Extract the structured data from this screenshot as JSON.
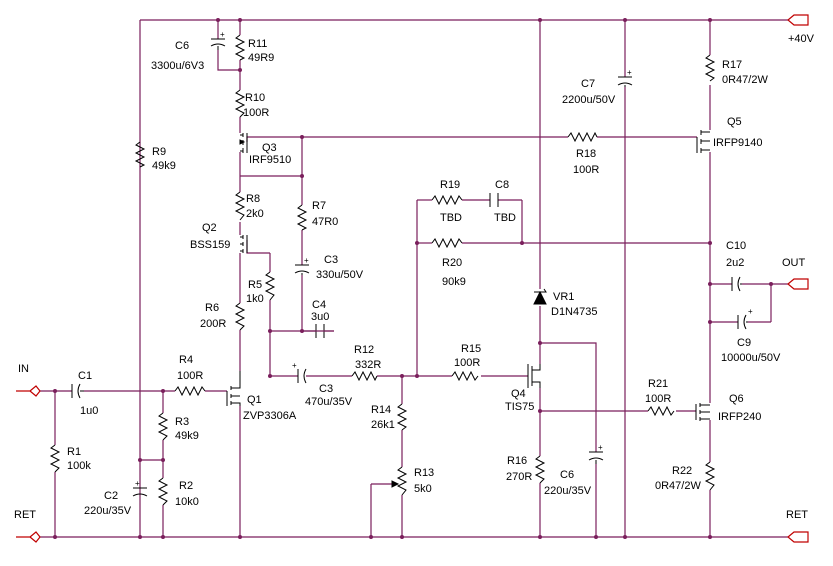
{
  "rails": {
    "supply": "+40V",
    "output": "OUT",
    "input": "IN",
    "return_left": "RET",
    "return_right": "RET"
  },
  "components": [
    {
      "ref": "C6",
      "value": "3300u/6V3"
    },
    {
      "ref": "R11",
      "value": "49R9"
    },
    {
      "ref": "R10",
      "value": "100R"
    },
    {
      "ref": "Q3",
      "value": "IRF9510"
    },
    {
      "ref": "R9",
      "value": "49k9"
    },
    {
      "ref": "R8",
      "value": "2k0"
    },
    {
      "ref": "R7",
      "value": "47R0"
    },
    {
      "ref": "Q2",
      "value": "BSS159"
    },
    {
      "ref": "C3",
      "value": "330u/50V"
    },
    {
      "ref": "R5",
      "value": "1k0"
    },
    {
      "ref": "C4",
      "value": "3u0"
    },
    {
      "ref": "R6",
      "value": "200R"
    },
    {
      "ref": "R12",
      "value": "332R"
    },
    {
      "ref": "C3",
      "value": "470u/35V"
    },
    {
      "ref": "R4",
      "value": "100R"
    },
    {
      "ref": "Q1",
      "value": "ZVP3306A"
    },
    {
      "ref": "C1",
      "value": "1u0"
    },
    {
      "ref": "R1",
      "value": "100k"
    },
    {
      "ref": "R3",
      "value": "49k9"
    },
    {
      "ref": "R2",
      "value": "10k0"
    },
    {
      "ref": "C2",
      "value": "220u/35V"
    },
    {
      "ref": "R14",
      "value": "26k1"
    },
    {
      "ref": "R13",
      "value": "5k0"
    },
    {
      "ref": "R19",
      "value": "TBD"
    },
    {
      "ref": "C8",
      "value": "TBD"
    },
    {
      "ref": "R20",
      "value": "90k9"
    },
    {
      "ref": "R15",
      "value": "100R"
    },
    {
      "ref": "R18",
      "value": "100R"
    },
    {
      "ref": "C7",
      "value": "2200u/50V"
    },
    {
      "ref": "VR1",
      "value": "D1N4735"
    },
    {
      "ref": "Q4",
      "value": "TIS75"
    },
    {
      "ref": "R16",
      "value": "270R"
    },
    {
      "ref": "C6",
      "value": "220u/35V"
    },
    {
      "ref": "R17",
      "value": "0R47/2W"
    },
    {
      "ref": "Q5",
      "value": "IRFP9140"
    },
    {
      "ref": "C10",
      "value": "2u2"
    },
    {
      "ref": "C9",
      "value": "10000u/50V"
    },
    {
      "ref": "R21",
      "value": "100R"
    },
    {
      "ref": "Q6",
      "value": "IRFP240"
    },
    {
      "ref": "R22",
      "value": "0R47/2W"
    }
  ]
}
